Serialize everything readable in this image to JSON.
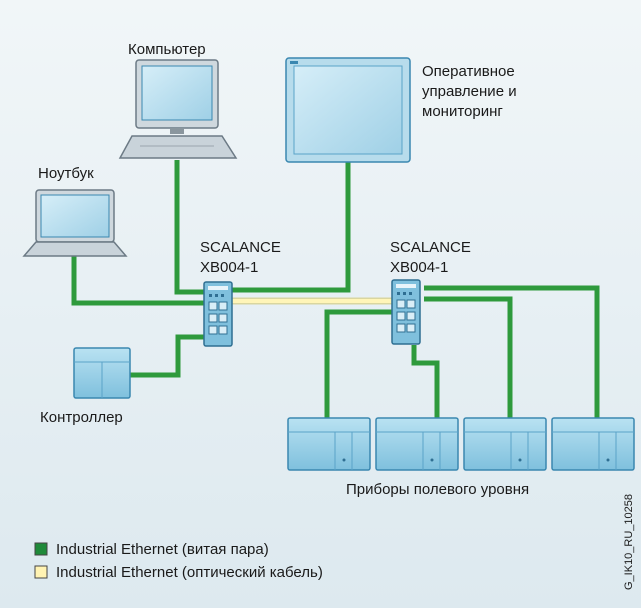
{
  "labels": {
    "computer": "Компьютер",
    "monitoring_line1": "Оперативное",
    "monitoring_line2": "управление и",
    "monitoring_line3": "мониторинг",
    "notebook": "Ноутбук",
    "switch1_line1": "SCALANCE",
    "switch1_line2": "XB004-1",
    "switch2_line1": "SCALANCE",
    "switch2_line2": "XB004-1",
    "controller": "Контроллер",
    "field_devices": "Приборы полевого уровня"
  },
  "legend": [
    {
      "label": "Industrial Ethernet (витая пара)",
      "color": "#1f8a3a"
    },
    {
      "label": "Industrial Ethernet (оптический кабель)",
      "color": "#fff3b3"
    }
  ],
  "side_code": "G_IK10_RU_10258",
  "colors": {
    "background": "#e8f0f4",
    "twisted_pair": "#2e9a3c",
    "fiber": "#fff5b8",
    "device_fill": "#8ecae3",
    "device_stroke": "#3a87b0"
  }
}
